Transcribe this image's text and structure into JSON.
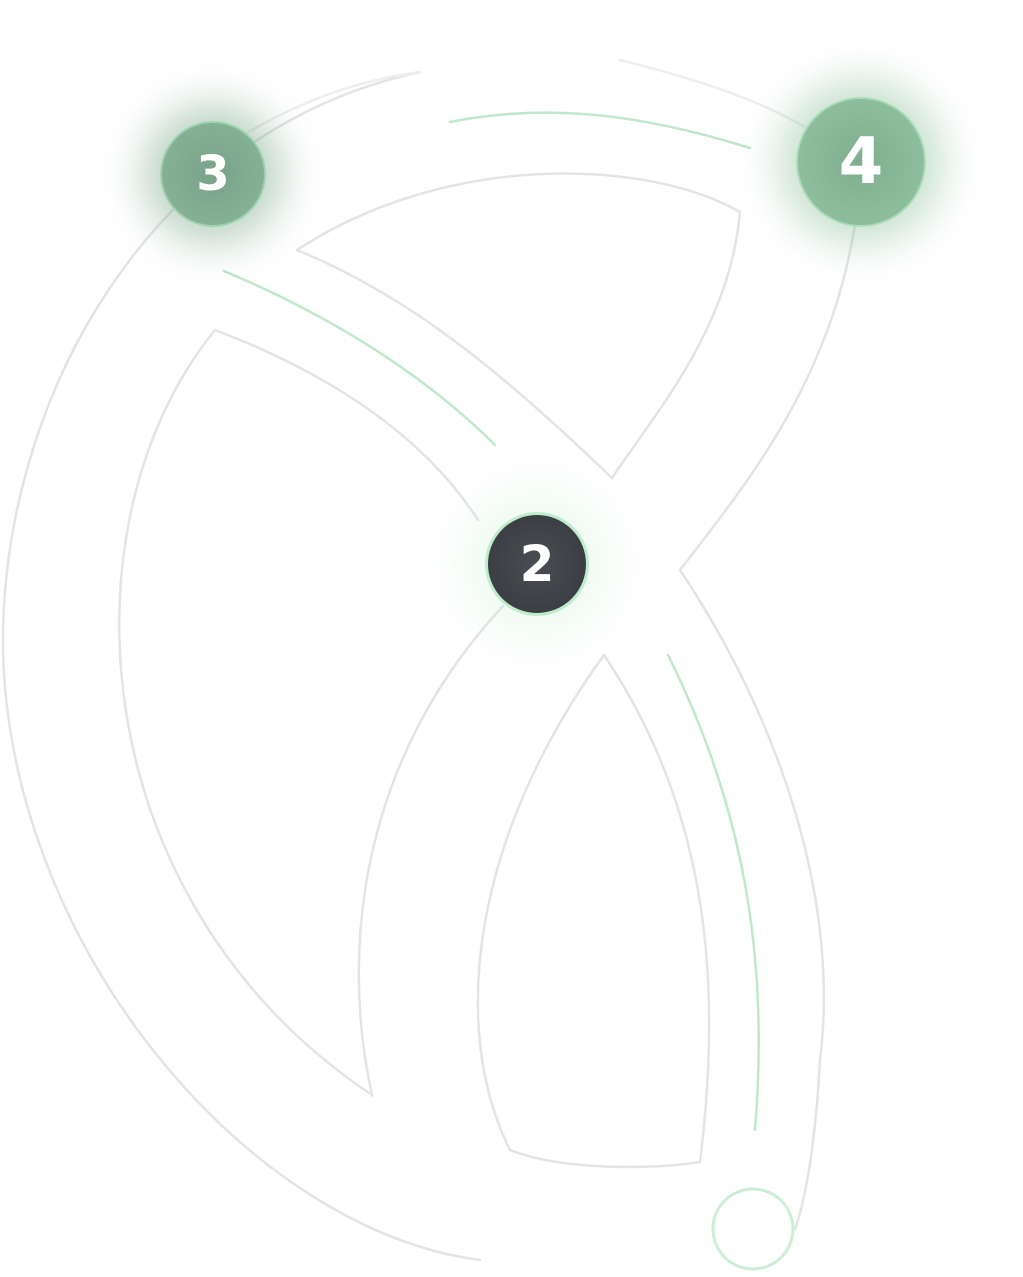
{
  "nodes": [
    {
      "label": "3"
    },
    {
      "label": "4"
    },
    {
      "label": "2"
    }
  ],
  "colors": {
    "track": "#e2e2e4",
    "accent": "#b9e8c6",
    "dark_node": "#3a3d42",
    "green_node": "#86b596"
  }
}
